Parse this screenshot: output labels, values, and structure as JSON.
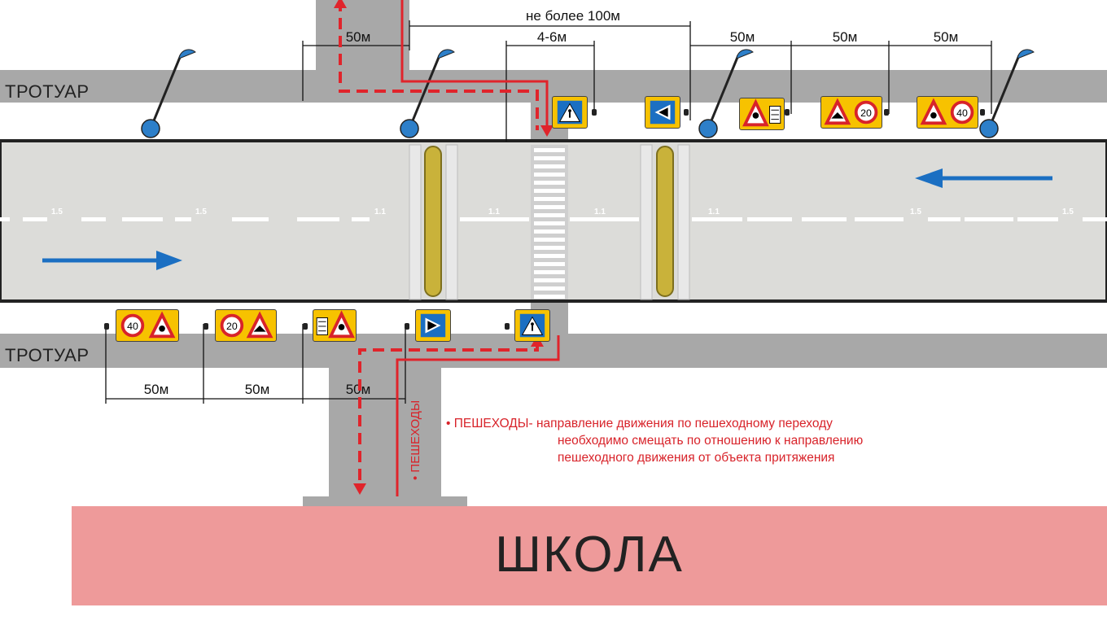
{
  "labels": {
    "sidewalk_top": "ТРОТУАР",
    "sidewalk_bottom": "ТРОТУАР",
    "school": "ШКОЛА",
    "pedestrians_vertical": "ПЕШЕХОДЫ",
    "note_head": "ПЕШЕХОДЫ-",
    "note_line1": "направление движения по пешеходному переходу",
    "note_line2": "необходимо смещать по отношению к направлению",
    "note_line3": "пешеходного движения от объекта притяжения"
  },
  "dimensions": {
    "top_side_road": "50м",
    "max_distance": "не более 100м",
    "crossing_span": "4-6м",
    "top_1": "50м",
    "top_2": "50м",
    "top_3": "50м",
    "bottom_1": "50м",
    "bottom_2": "50м",
    "bottom_3": "50м"
  },
  "markings": {
    "m1": "1.5",
    "m2": "1.5",
    "m3": "1.1",
    "m4": "1.1",
    "m5": "1.1",
    "m6": "1.1",
    "m7": "1.5",
    "m8": "1.5"
  },
  "signs": {
    "top_speed_20": "20",
    "top_speed_40": "40",
    "bottom_speed_40": "40",
    "bottom_speed_20": "20"
  },
  "colors": {
    "road": "#dcdcd9",
    "sidewalk": "#a8a8a8",
    "pedestrian_path": "#e0242b",
    "traffic_arrow": "#1b6fc2",
    "sign_yellow": "#f7c200",
    "school": "#ee9a9a",
    "lamp": "#2d7fc9",
    "speed_bump": "#c9b23a"
  }
}
